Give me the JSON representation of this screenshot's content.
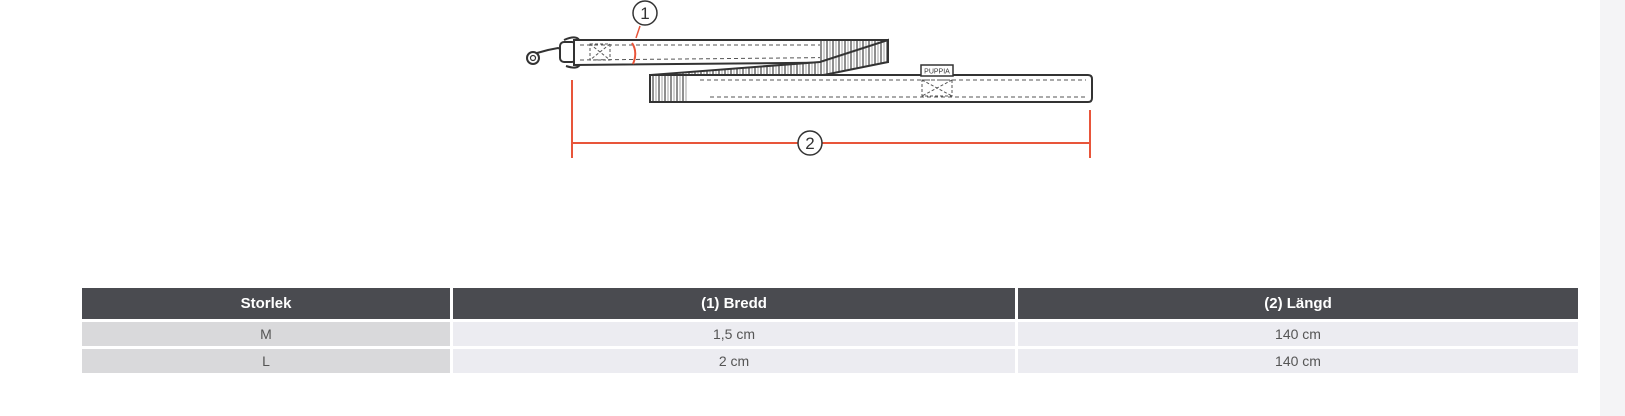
{
  "diagram": {
    "callout_width": "1",
    "callout_length": "2",
    "tag_text": "PUPPIA",
    "accent_color": "#e8553a",
    "line_color": "#333333"
  },
  "table": {
    "headers": [
      "Storlek",
      "(1) Bredd",
      "(2) Längd"
    ],
    "rows": [
      [
        "M",
        "1,5 cm",
        "140 cm"
      ],
      [
        "L",
        "2 cm",
        "140 cm"
      ]
    ],
    "header_bg": "#4a4b50",
    "row_bg": "#ececf1",
    "first_col_bg": "#d9d9db"
  }
}
